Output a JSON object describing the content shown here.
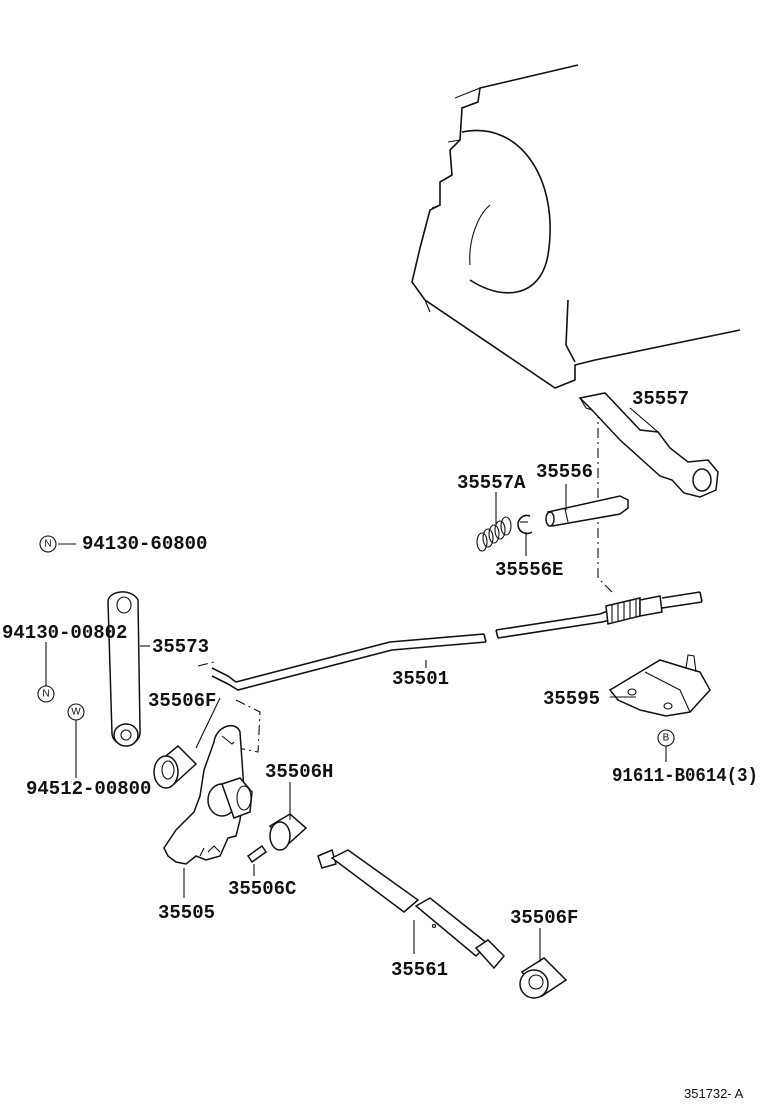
{
  "diagram": {
    "reference_code": "351732- A",
    "parts": [
      {
        "key": "p35557",
        "number": "35557"
      },
      {
        "key": "p35557a",
        "number": "35557A"
      },
      {
        "key": "p35556",
        "number": "35556"
      },
      {
        "key": "p35556e",
        "number": "35556E"
      },
      {
        "key": "p35573",
        "number": "35573"
      },
      {
        "key": "p35501",
        "number": "35501"
      },
      {
        "key": "p35595",
        "number": "35595"
      },
      {
        "key": "p35506f_top",
        "number": "35506F"
      },
      {
        "key": "p35506h",
        "number": "35506H"
      },
      {
        "key": "p35506c",
        "number": "35506C"
      },
      {
        "key": "p35505",
        "number": "35505"
      },
      {
        "key": "p35561",
        "number": "35561"
      },
      {
        "key": "p35506f_bottom",
        "number": "35506F"
      }
    ],
    "fasteners": [
      {
        "key": "f1",
        "symbol": "N",
        "number": "94130-60800"
      },
      {
        "key": "f2",
        "symbol": "N",
        "number": "94130-00802"
      },
      {
        "key": "f3",
        "symbol": "W",
        "number": "94512-00800"
      },
      {
        "key": "f4",
        "symbol": "B",
        "number": "91611-B0614(3)"
      }
    ]
  }
}
